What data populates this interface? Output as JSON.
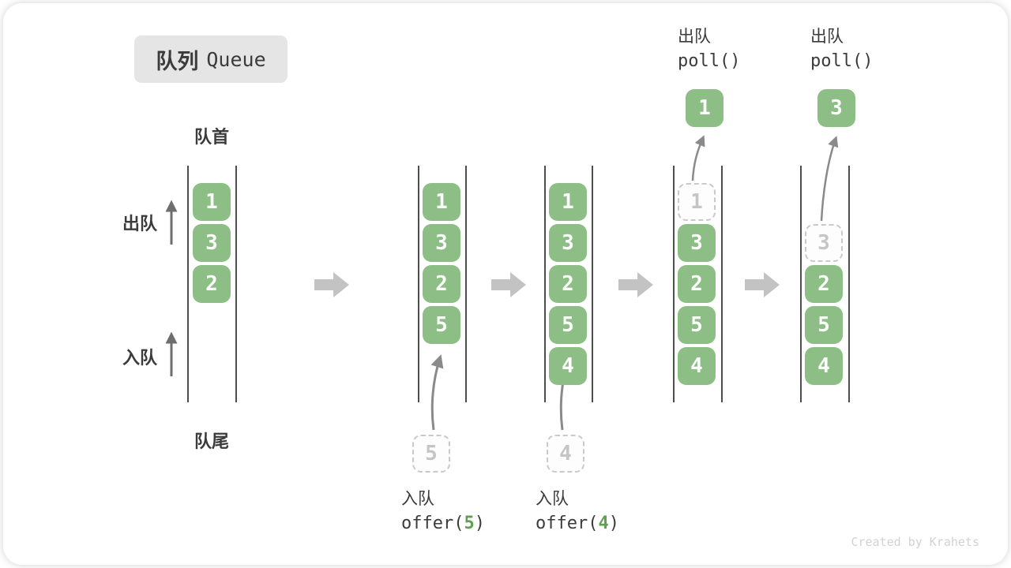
{
  "title": {
    "zh": "队列",
    "en": "Queue"
  },
  "side_labels": {
    "front": "队首",
    "rear": "队尾",
    "dequeue": "出队",
    "enqueue": "入队"
  },
  "watermark": "Created by Krahets",
  "palette": {
    "cell_green": "#8cbe85",
    "code_arg_green": "#5fa052",
    "dark_text": "#3b3b3b",
    "ghost_gray": "#c5c5c5",
    "transition_arrow_gray": "#c3c3c3",
    "thin_arrow_gray": "#8a8a8a"
  },
  "queues": [
    {
      "name": "state-initial",
      "cells": [
        {
          "slot": 0,
          "value": "1",
          "kind": "solid"
        },
        {
          "slot": 1,
          "value": "3",
          "kind": "solid"
        },
        {
          "slot": 2,
          "value": "2",
          "kind": "solid"
        }
      ]
    },
    {
      "name": "state-after-offer-5",
      "cells": [
        {
          "slot": 0,
          "value": "1",
          "kind": "solid"
        },
        {
          "slot": 1,
          "value": "3",
          "kind": "solid"
        },
        {
          "slot": 2,
          "value": "2",
          "kind": "solid"
        },
        {
          "slot": 3,
          "value": "5",
          "kind": "solid"
        }
      ],
      "pending": "5",
      "op": {
        "label": "入队",
        "code_pre": "offer(",
        "arg": "5",
        "code_post": ")"
      }
    },
    {
      "name": "state-after-offer-4",
      "cells": [
        {
          "slot": 0,
          "value": "1",
          "kind": "solid"
        },
        {
          "slot": 1,
          "value": "3",
          "kind": "solid"
        },
        {
          "slot": 2,
          "value": "2",
          "kind": "solid"
        },
        {
          "slot": 3,
          "value": "5",
          "kind": "solid"
        },
        {
          "slot": 4,
          "value": "4",
          "kind": "solid"
        }
      ],
      "pending": "4",
      "op": {
        "label": "入队",
        "code_pre": "offer(",
        "arg": "4",
        "code_post": ")"
      }
    },
    {
      "name": "state-poll-1",
      "cells": [
        {
          "slot": 0,
          "value": "1",
          "kind": "dashed"
        },
        {
          "slot": 1,
          "value": "3",
          "kind": "solid"
        },
        {
          "slot": 2,
          "value": "2",
          "kind": "solid"
        },
        {
          "slot": 3,
          "value": "5",
          "kind": "solid"
        },
        {
          "slot": 4,
          "value": "4",
          "kind": "solid"
        }
      ],
      "out": "1",
      "op_top": {
        "label": "出队",
        "code": "poll()"
      }
    },
    {
      "name": "state-poll-3",
      "cells": [
        {
          "slot": 1,
          "value": "3",
          "kind": "dashed"
        },
        {
          "slot": 2,
          "value": "2",
          "kind": "solid"
        },
        {
          "slot": 3,
          "value": "5",
          "kind": "solid"
        },
        {
          "slot": 4,
          "value": "4",
          "kind": "solid"
        }
      ],
      "out": "3",
      "op_top": {
        "label": "出队",
        "code": "poll()"
      }
    }
  ]
}
